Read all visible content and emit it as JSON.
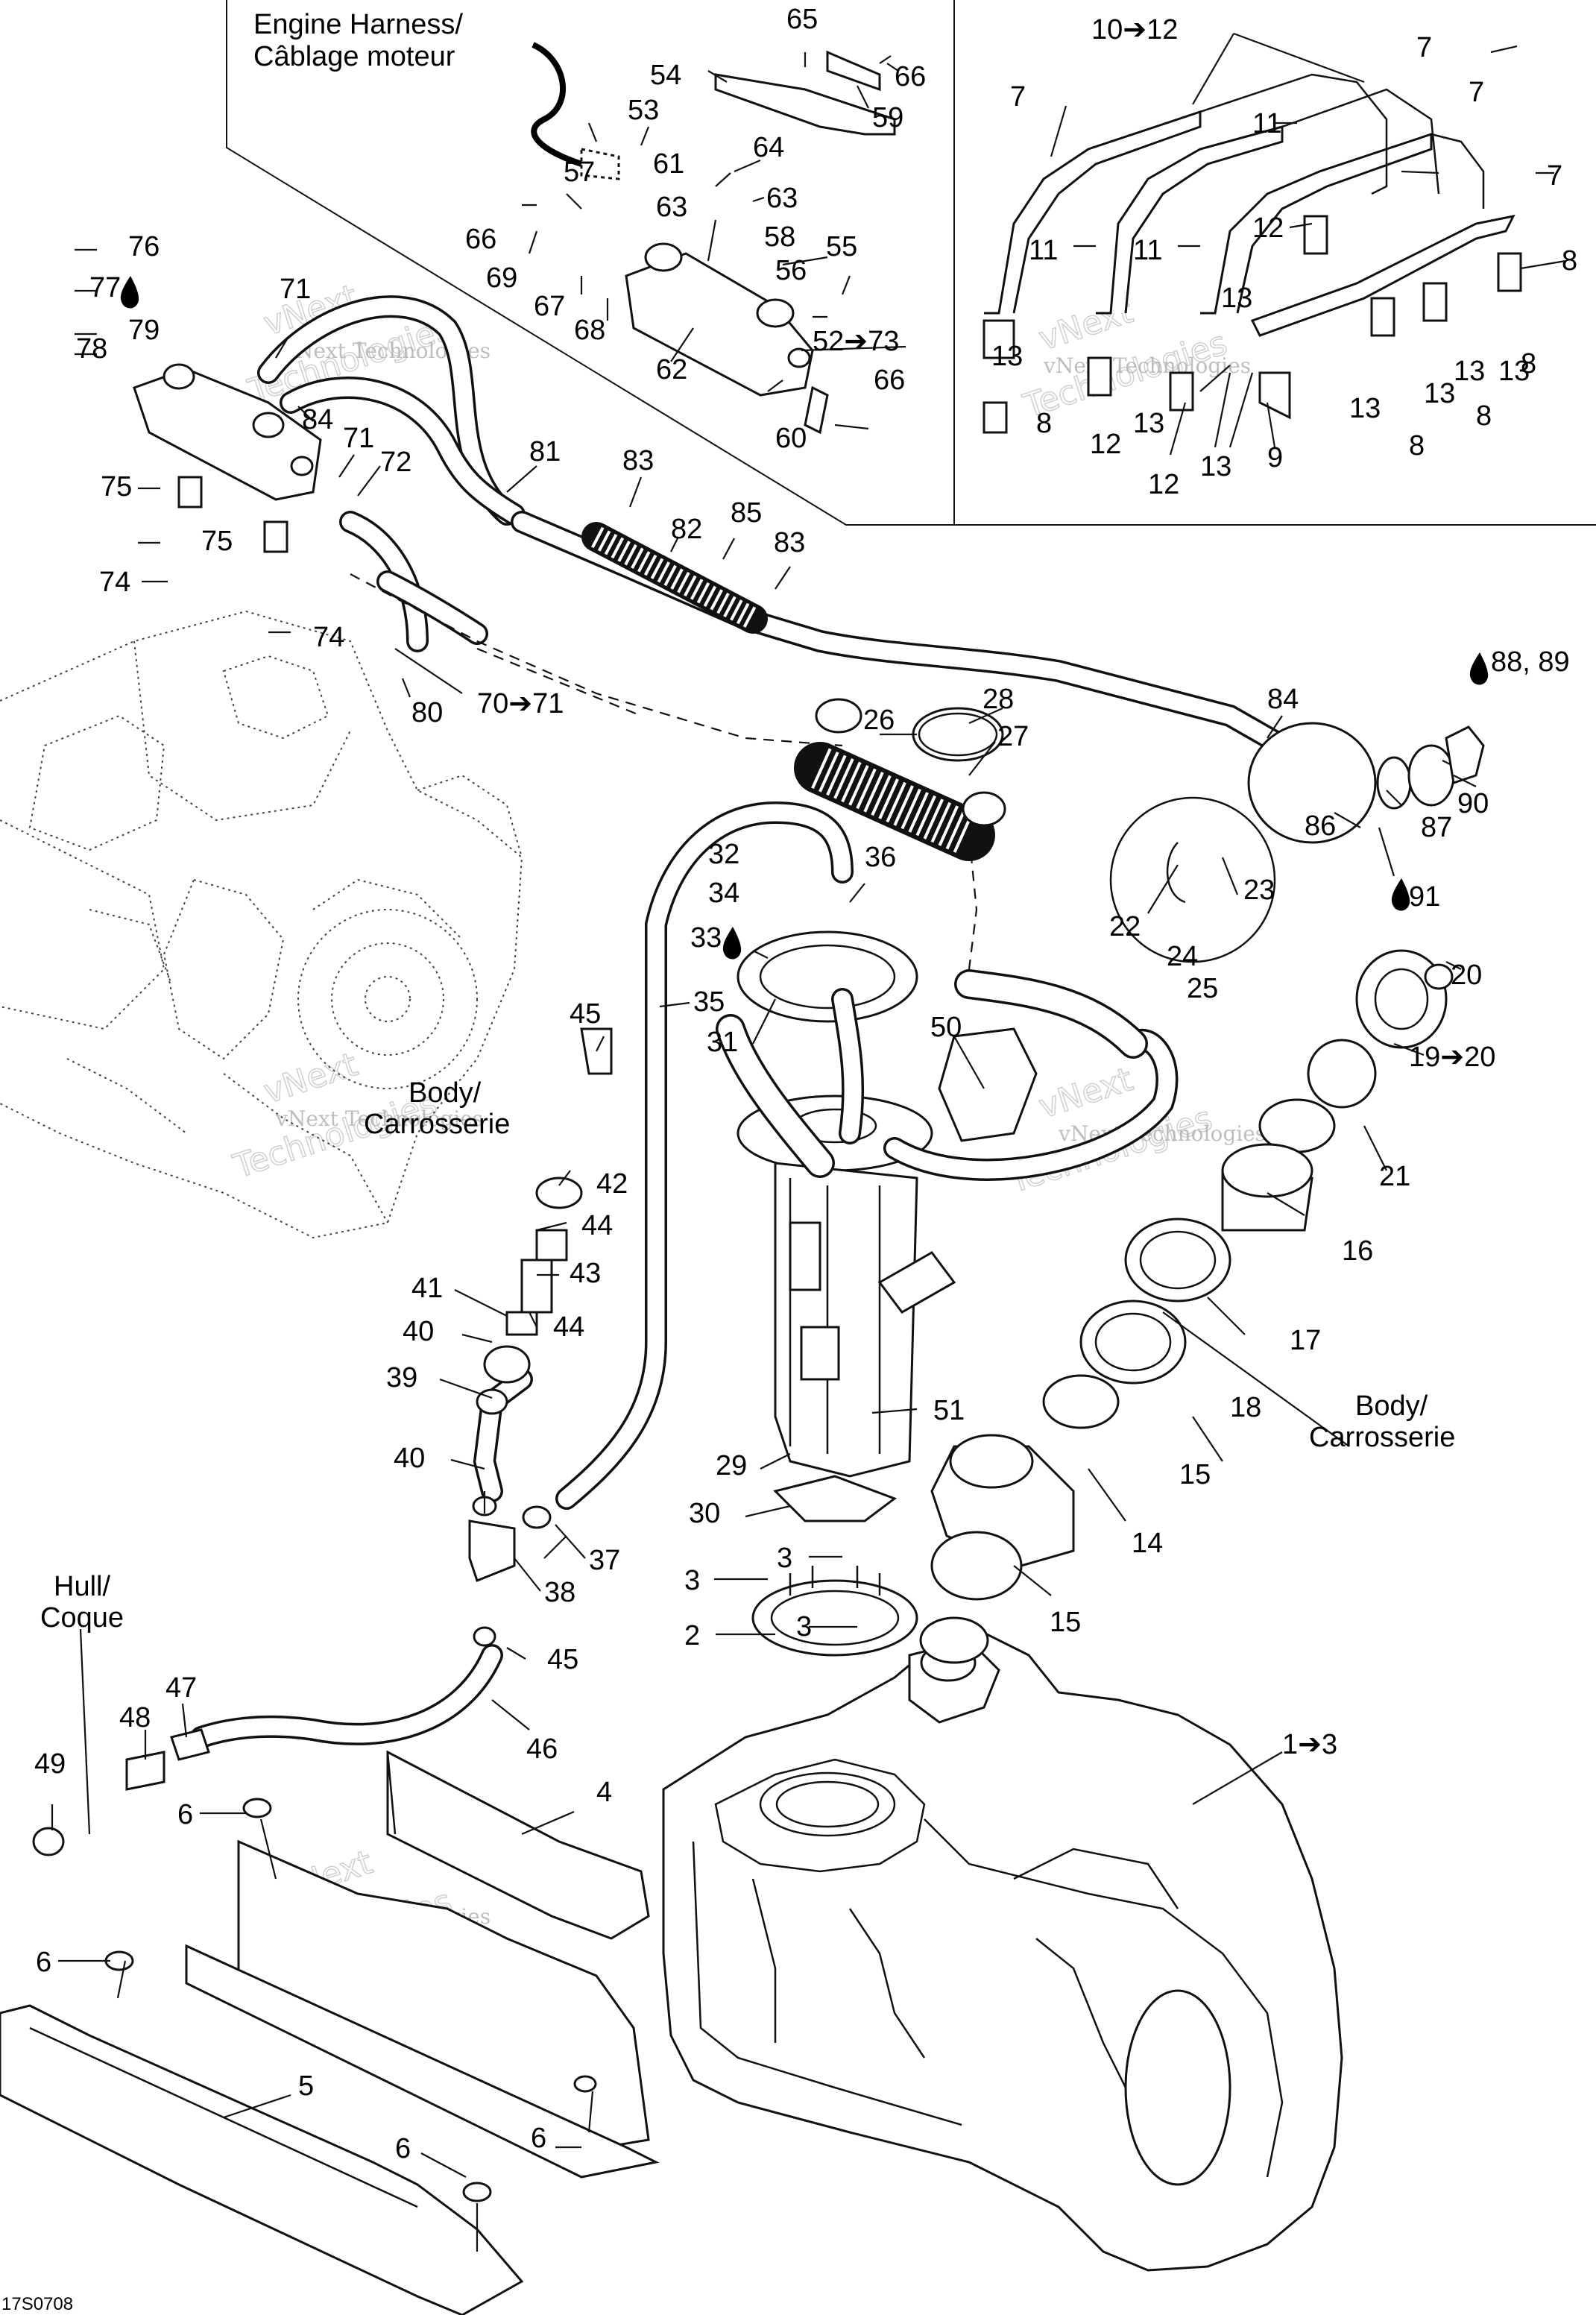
{
  "region_labels": {
    "engine_harness_en": "Engine Harness/",
    "engine_harness_fr": "Câblage moteur",
    "body_left_en": "Body/",
    "body_left_fr": "Carrosserie",
    "body_right_en": "Body/",
    "body_right_fr": "Carrosserie",
    "hull_en": "Hull/",
    "hull_fr": "Coque"
  },
  "drawing_ref": "17S0708",
  "watermark": {
    "line1": "vNext Technologies",
    "line2": "vNext",
    "line3": "Technologies"
  },
  "callouts": [
    {
      "id": "c1",
      "label": "1➔3"
    },
    {
      "id": "c2",
      "label": "2"
    },
    {
      "id": "c3a",
      "label": "3"
    },
    {
      "id": "c3b",
      "label": "3"
    },
    {
      "id": "c3c",
      "label": "3"
    },
    {
      "id": "c4",
      "label": "4"
    },
    {
      "id": "c5",
      "label": "5"
    },
    {
      "id": "c6a",
      "label": "6"
    },
    {
      "id": "c6b",
      "label": "6"
    },
    {
      "id": "c6c",
      "label": "6"
    },
    {
      "id": "c6d",
      "label": "6"
    },
    {
      "id": "c7a",
      "label": "7"
    },
    {
      "id": "c7b",
      "label": "7"
    },
    {
      "id": "c7c",
      "label": "7"
    },
    {
      "id": "c7d",
      "label": "7"
    },
    {
      "id": "c8a",
      "label": "8"
    },
    {
      "id": "c8b",
      "label": "8"
    },
    {
      "id": "c8c",
      "label": "8"
    },
    {
      "id": "c8d",
      "label": "8"
    },
    {
      "id": "c8e",
      "label": "8"
    },
    {
      "id": "c9",
      "label": "9"
    },
    {
      "id": "c10",
      "label": "10➔12"
    },
    {
      "id": "c11a",
      "label": "11"
    },
    {
      "id": "c11b",
      "label": "11"
    },
    {
      "id": "c11c",
      "label": "11"
    },
    {
      "id": "c12a",
      "label": "12"
    },
    {
      "id": "c12b",
      "label": "12"
    },
    {
      "id": "c12c",
      "label": "12"
    },
    {
      "id": "c13a",
      "label": "13"
    },
    {
      "id": "c13b",
      "label": "13"
    },
    {
      "id": "c13c",
      "label": "13"
    },
    {
      "id": "c13d",
      "label": "13"
    },
    {
      "id": "c13e",
      "label": "13"
    },
    {
      "id": "c13f",
      "label": "13"
    },
    {
      "id": "c13g",
      "label": "13"
    },
    {
      "id": "c13h",
      "label": "13"
    },
    {
      "id": "c14",
      "label": "14"
    },
    {
      "id": "c15a",
      "label": "15"
    },
    {
      "id": "c15b",
      "label": "15"
    },
    {
      "id": "c16",
      "label": "16"
    },
    {
      "id": "c17",
      "label": "17"
    },
    {
      "id": "c18",
      "label": "18"
    },
    {
      "id": "c19",
      "label": "19➔20"
    },
    {
      "id": "c20",
      "label": "20"
    },
    {
      "id": "c21",
      "label": "21"
    },
    {
      "id": "c22",
      "label": "22"
    },
    {
      "id": "c23",
      "label": "23"
    },
    {
      "id": "c24",
      "label": "24"
    },
    {
      "id": "c25",
      "label": "25"
    },
    {
      "id": "c26",
      "label": "26"
    },
    {
      "id": "c27",
      "label": "27"
    },
    {
      "id": "c28",
      "label": "28"
    },
    {
      "id": "c29",
      "label": "29"
    },
    {
      "id": "c30",
      "label": "30"
    },
    {
      "id": "c31",
      "label": "31"
    },
    {
      "id": "c32",
      "label": "32"
    },
    {
      "id": "c33",
      "label": "33"
    },
    {
      "id": "c34",
      "label": "34"
    },
    {
      "id": "c35",
      "label": "35"
    },
    {
      "id": "c36",
      "label": "36"
    },
    {
      "id": "c37",
      "label": "37"
    },
    {
      "id": "c38",
      "label": "38"
    },
    {
      "id": "c39",
      "label": "39"
    },
    {
      "id": "c40a",
      "label": "40"
    },
    {
      "id": "c40b",
      "label": "40"
    },
    {
      "id": "c41",
      "label": "41"
    },
    {
      "id": "c42",
      "label": "42"
    },
    {
      "id": "c43",
      "label": "43"
    },
    {
      "id": "c44a",
      "label": "44"
    },
    {
      "id": "c44b",
      "label": "44"
    },
    {
      "id": "c45a",
      "label": "45"
    },
    {
      "id": "c45b",
      "label": "45"
    },
    {
      "id": "c46",
      "label": "46"
    },
    {
      "id": "c47",
      "label": "47"
    },
    {
      "id": "c48",
      "label": "48"
    },
    {
      "id": "c49",
      "label": "49"
    },
    {
      "id": "c50",
      "label": "50"
    },
    {
      "id": "c51",
      "label": "51"
    },
    {
      "id": "c52",
      "label": "52➔73"
    },
    {
      "id": "c53",
      "label": "53"
    },
    {
      "id": "c54",
      "label": "54"
    },
    {
      "id": "c55",
      "label": "55"
    },
    {
      "id": "c56",
      "label": "56"
    },
    {
      "id": "c57",
      "label": "57"
    },
    {
      "id": "c58",
      "label": "58"
    },
    {
      "id": "c59",
      "label": "59"
    },
    {
      "id": "c60",
      "label": "60"
    },
    {
      "id": "c61",
      "label": "61"
    },
    {
      "id": "c62",
      "label": "62"
    },
    {
      "id": "c63a",
      "label": "63"
    },
    {
      "id": "c63b",
      "label": "63"
    },
    {
      "id": "c64",
      "label": "64"
    },
    {
      "id": "c65",
      "label": "65"
    },
    {
      "id": "c66a",
      "label": "66"
    },
    {
      "id": "c66b",
      "label": "66"
    },
    {
      "id": "c66c",
      "label": "66"
    },
    {
      "id": "c67",
      "label": "67"
    },
    {
      "id": "c68",
      "label": "68"
    },
    {
      "id": "c69",
      "label": "69"
    },
    {
      "id": "c70",
      "label": "70➔71"
    },
    {
      "id": "c71a",
      "label": "71"
    },
    {
      "id": "c71b",
      "label": "71"
    },
    {
      "id": "c72",
      "label": "72"
    },
    {
      "id": "c74a",
      "label": "74"
    },
    {
      "id": "c74b",
      "label": "74"
    },
    {
      "id": "c75a",
      "label": "75"
    },
    {
      "id": "c75b",
      "label": "75"
    },
    {
      "id": "c76",
      "label": "76"
    },
    {
      "id": "c77",
      "label": "77"
    },
    {
      "id": "c78",
      "label": "78"
    },
    {
      "id": "c79",
      "label": "79"
    },
    {
      "id": "c80",
      "label": "80"
    },
    {
      "id": "c81",
      "label": "81"
    },
    {
      "id": "c82",
      "label": "82"
    },
    {
      "id": "c83a",
      "label": "83"
    },
    {
      "id": "c83b",
      "label": "83"
    },
    {
      "id": "c84a",
      "label": "84"
    },
    {
      "id": "c84b",
      "label": "84"
    },
    {
      "id": "c85",
      "label": "85"
    },
    {
      "id": "c86",
      "label": "86"
    },
    {
      "id": "c87",
      "label": "87"
    },
    {
      "id": "c88",
      "label": "88, 89"
    },
    {
      "id": "c90",
      "label": "90"
    },
    {
      "id": "c91",
      "label": "91"
    }
  ]
}
